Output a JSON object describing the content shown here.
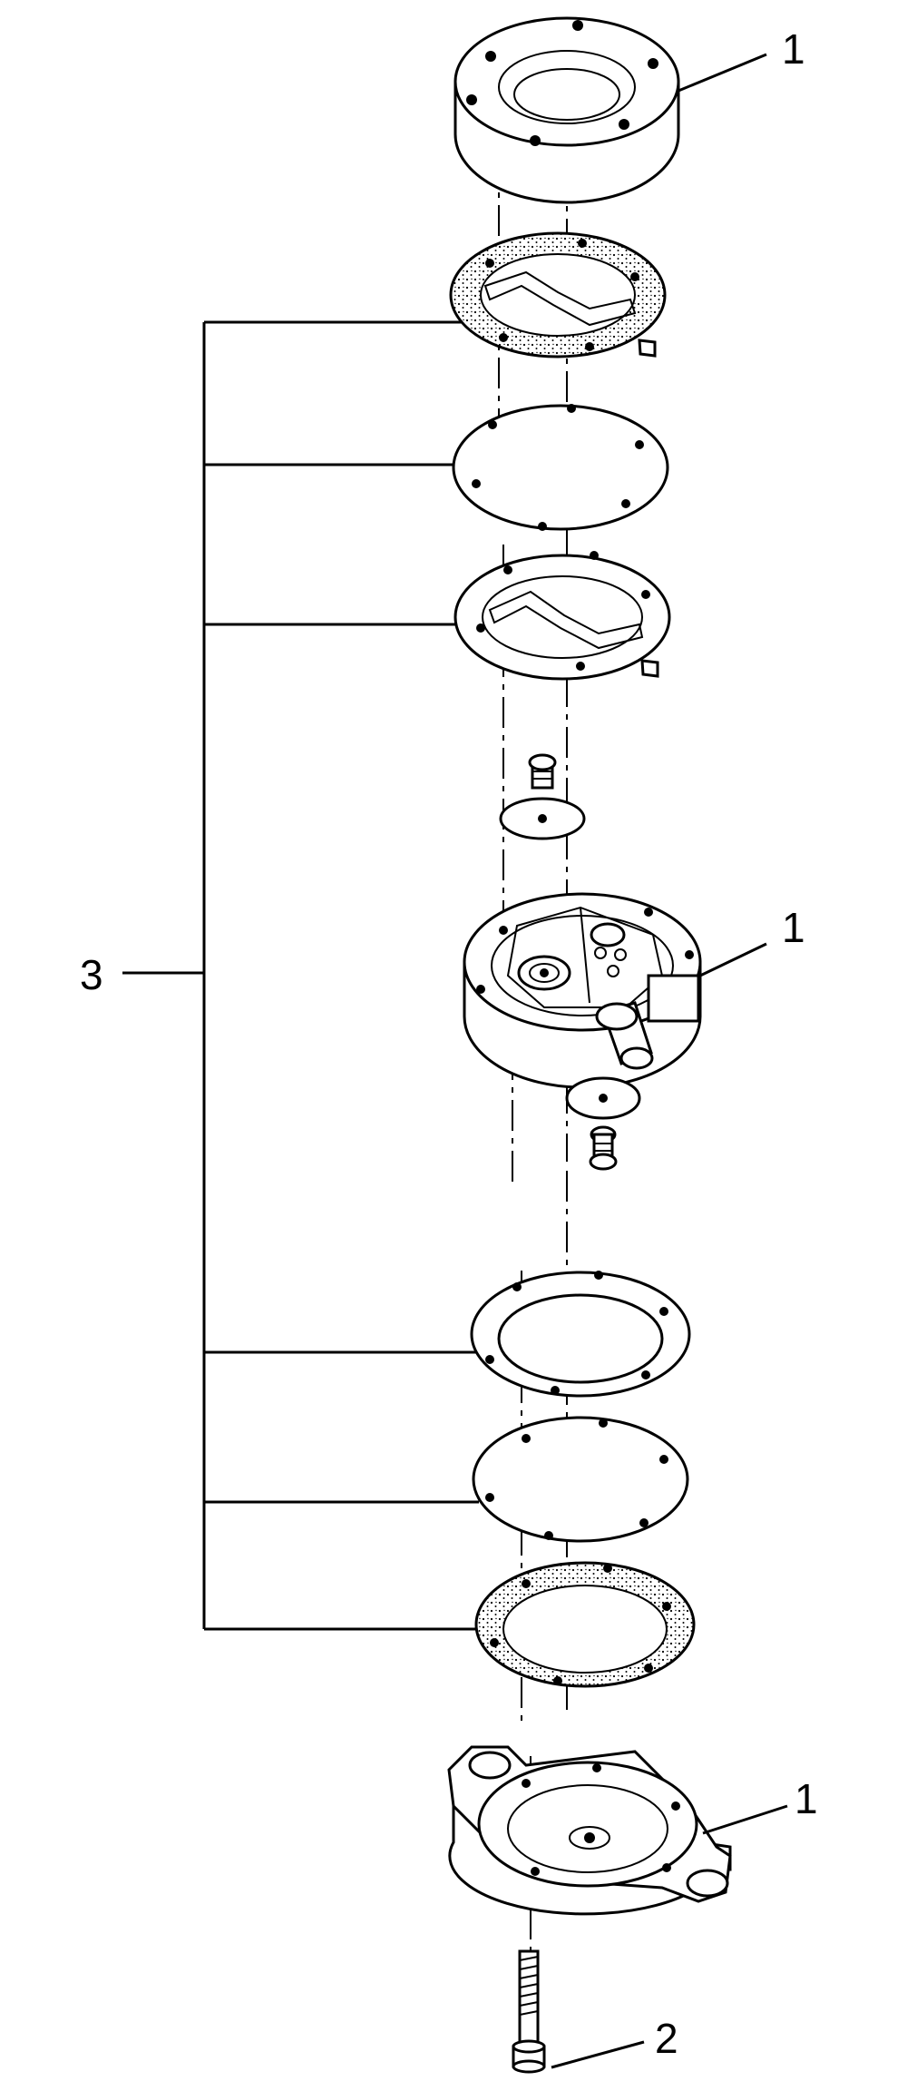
{
  "callouts": {
    "top_cover": "1",
    "pump_body": "1",
    "base_cover": "1",
    "screw": "2",
    "gasket_kit": "3"
  },
  "colors": {
    "line": "#000000",
    "background": "#ffffff",
    "fill": "#ffffff"
  }
}
